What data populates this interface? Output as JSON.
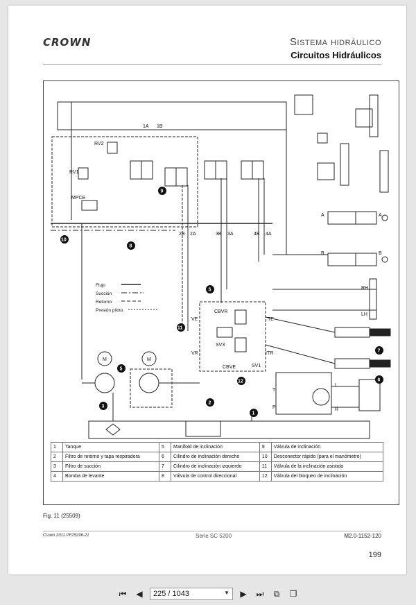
{
  "header": {
    "logo": "CROWN",
    "title": "Sistema hidráulico",
    "subtitle": "Circuitos Hidráulicos"
  },
  "diagram": {
    "port_labels": [
      "1A",
      "1B",
      "2B",
      "2A",
      "3B",
      "3A",
      "4B",
      "4A",
      "A",
      "B",
      "A",
      "B",
      "RH",
      "LH",
      "T",
      "P",
      "L",
      "R",
      "VE",
      "TE",
      "VR",
      "ITR",
      "CBVR",
      "CBVE",
      "SV1",
      "SV3",
      "RV1",
      "RV2",
      "MPCE",
      "M",
      "M"
    ],
    "line_legend": [
      "Flujo",
      "Succión",
      "Retorno",
      "Presión piloto"
    ],
    "callouts": [
      "1",
      "2",
      "3",
      "5",
      "5",
      "6",
      "7",
      "8",
      "9",
      "10",
      "11",
      "12"
    ]
  },
  "legend": {
    "rows": [
      [
        "1",
        "Tanque",
        "5",
        "Manifold de inclinación",
        "9",
        "Válvula de inclinación"
      ],
      [
        "2",
        "Filtro de retorno y tapa respiradora",
        "6",
        "Cilindro de inclinación derecho",
        "10",
        "Desconector rápido (para el manómetro)"
      ],
      [
        "3",
        "Filtro de succión",
        "7",
        "Cilindro de inclinación izquierdo",
        "11",
        "Válvula de la inclinación asistida"
      ],
      [
        "4",
        "Bomba de levante",
        "8",
        "Válvula de control direccional",
        "12",
        "Válvula del bloqueo de inclinación"
      ]
    ]
  },
  "figure_caption": "Fig. 11 (25509)",
  "footer": {
    "left": "Crown 2011 PF25296-21",
    "center": "Serie SC 5200",
    "right": "M2.0-1152-120",
    "page_number": "199"
  },
  "viewer": {
    "page_field": "225 / 1043",
    "first_icon": "first-page-icon",
    "prev_icon": "previous-page-icon",
    "next_icon": "next-page-icon",
    "last_icon": "last-page-icon"
  }
}
